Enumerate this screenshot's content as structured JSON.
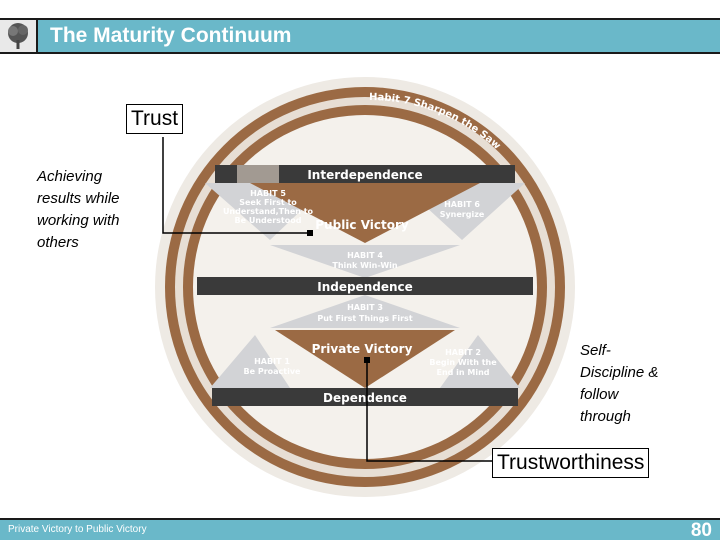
{
  "header": {
    "title": "The Maturity Continuum"
  },
  "footer": {
    "text": "Private Victory to Public Victory",
    "page_number": "80"
  },
  "callouts": {
    "trust": "Trust",
    "trustworthiness": "Trustworthiness"
  },
  "notes": {
    "achieving": [
      "Achieving",
      "results while",
      "working with",
      "others"
    ],
    "self_discipline": [
      "Self-",
      "Discipline &",
      "follow",
      "through"
    ]
  },
  "diagram": {
    "ring_label": "Habit 7 Sharpen the Saw",
    "bars": {
      "interdependence": "Interdependence",
      "independence": "Independence",
      "dependence": "Dependence"
    },
    "triangles": {
      "public_victory": "Public Victory",
      "private_victory": "Private Victory"
    },
    "habits": {
      "habit5": [
        "HABIT 5",
        "Seek First to",
        "Understand,Then to",
        "Be Understood"
      ],
      "habit6": [
        "HABIT 6",
        "Synergize"
      ],
      "habit4": [
        "HABIT 4",
        "Think Win-Win"
      ],
      "habit3": [
        "HABIT 3",
        "Put First Things First"
      ],
      "habit1": [
        "HABIT 1",
        "Be Proactive"
      ],
      "habit2": [
        "HABIT 2",
        "Begin With the",
        "End in Mind"
      ]
    },
    "colors": {
      "ring": "#9b6a44",
      "inner_fill": "#f4f1ec",
      "bar": "#3a3a3a",
      "triangle": "#9b6a44",
      "light_triangle": "#d2d3d6",
      "header_bg": "#6ab8c9"
    }
  }
}
